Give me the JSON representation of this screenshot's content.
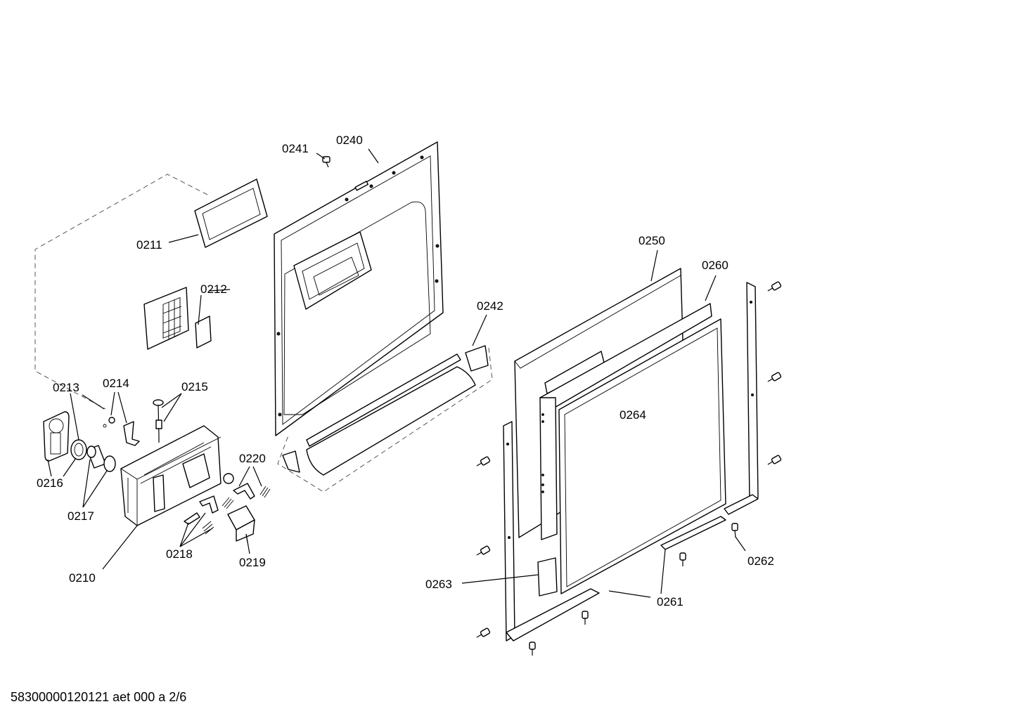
{
  "diagram": {
    "labels": {
      "p0210": "0210",
      "p0211": "0211",
      "p0212": "0212",
      "p0213": "0213",
      "p0214": "0214",
      "p0215": "0215",
      "p0216": "0216",
      "p0217": "0217",
      "p0218": "0218",
      "p0219": "0219",
      "p0220": "0220",
      "p0240": "0240",
      "p0241": "0241",
      "p0242": "0242",
      "p0250": "0250",
      "p0260": "0260",
      "p0261": "0261",
      "p0262": "0262",
      "p0263": "0263",
      "p0264": "0264"
    },
    "footer": "58300000120121 aet 000 a 2/6"
  }
}
